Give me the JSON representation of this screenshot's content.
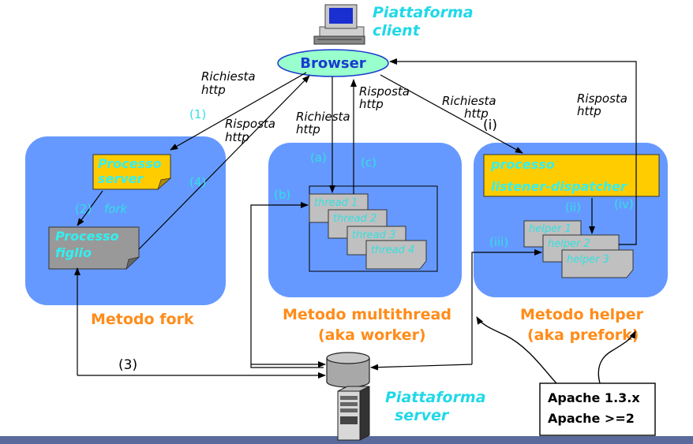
{
  "client_platform": [
    "Piattaforma",
    "client"
  ],
  "server_platform": [
    "Piattaforma",
    "server"
  ],
  "browser": "Browser",
  "fork": {
    "title": "Metodo fork",
    "server_process": [
      "Processo",
      "server"
    ],
    "child_process": [
      "Processo",
      "figlio"
    ],
    "step1": "(1)",
    "step2": "(2)",
    "step2_label": "fork",
    "step3": "(3)",
    "step4": "(4)",
    "request": [
      "Richiesta",
      "http"
    ],
    "response": [
      "Risposta",
      "http"
    ]
  },
  "multithread": {
    "title": [
      "Metodo multithread",
      "(aka worker)"
    ],
    "threads": [
      "thread 1",
      "thread 2",
      "thread 3",
      "thread 4"
    ],
    "step_a": "(a)",
    "step_b": "(b)",
    "step_c": "(c)",
    "request": [
      "Richiesta",
      "http"
    ],
    "response": [
      "Risposta",
      "http"
    ]
  },
  "helper": {
    "title": [
      "Metodo helper",
      "(aka prefork)"
    ],
    "listener": [
      "processo",
      "listener-dispatcher"
    ],
    "helpers": [
      "helper 1",
      "helper 2",
      "helper 3"
    ],
    "step_i": "(i)",
    "step_ii": "(ii)",
    "step_iii": "(iii)",
    "step_iv": "(iv)",
    "request": [
      "Richiesta",
      "http"
    ],
    "response": [
      "Risposta",
      "http"
    ]
  },
  "note": [
    "Apache 1.3.x",
    "Apache >=2"
  ],
  "colors": {
    "panel": "#6699ff",
    "orange_doc": "#ffcc00",
    "gray_doc": "#999999",
    "light_doc": "#c0c0c0",
    "browser_fill": "#99ffcc",
    "method_title": "#ff8c1a",
    "cyan_text": "#33e0e0"
  }
}
